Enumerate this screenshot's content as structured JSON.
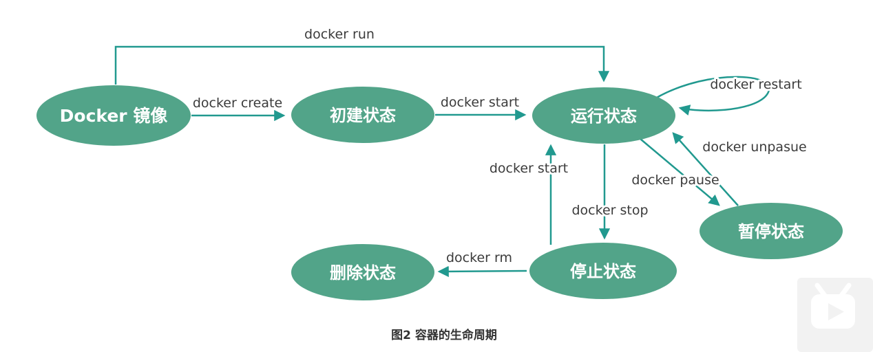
{
  "diagram": {
    "caption": "图2 容器的生命周期",
    "colors": {
      "node_fill": "#52a489",
      "arrow": "#21998f",
      "edge_label_text": "#3b3b3b",
      "node_text": "#ffffff"
    },
    "nodes": [
      {
        "id": "docker-image",
        "label": "Docker 镜像"
      },
      {
        "id": "created",
        "label": "初建状态"
      },
      {
        "id": "running",
        "label": "运行状态"
      },
      {
        "id": "paused",
        "label": "暂停状态"
      },
      {
        "id": "stopped",
        "label": "停止状态"
      },
      {
        "id": "removed",
        "label": "删除状态"
      }
    ],
    "edges": [
      {
        "id": "run",
        "label": "docker run",
        "from": "docker-image",
        "to": "running"
      },
      {
        "id": "create",
        "label": "docker create",
        "from": "docker-image",
        "to": "created"
      },
      {
        "id": "start-created",
        "label": "docker start",
        "from": "created",
        "to": "running"
      },
      {
        "id": "restart",
        "label": "docker restart",
        "from": "running",
        "to": "running"
      },
      {
        "id": "unpause",
        "label": "docker unpasue",
        "from": "paused",
        "to": "running"
      },
      {
        "id": "pause",
        "label": "docker pause",
        "from": "running",
        "to": "paused"
      },
      {
        "id": "stop",
        "label": "docker stop",
        "from": "running",
        "to": "stopped"
      },
      {
        "id": "start-stopped",
        "label": "docker start",
        "from": "stopped",
        "to": "running"
      },
      {
        "id": "rm",
        "label": "docker rm",
        "from": "stopped",
        "to": "removed"
      }
    ],
    "icons": {
      "play_overlay": "play-video-icon"
    }
  }
}
